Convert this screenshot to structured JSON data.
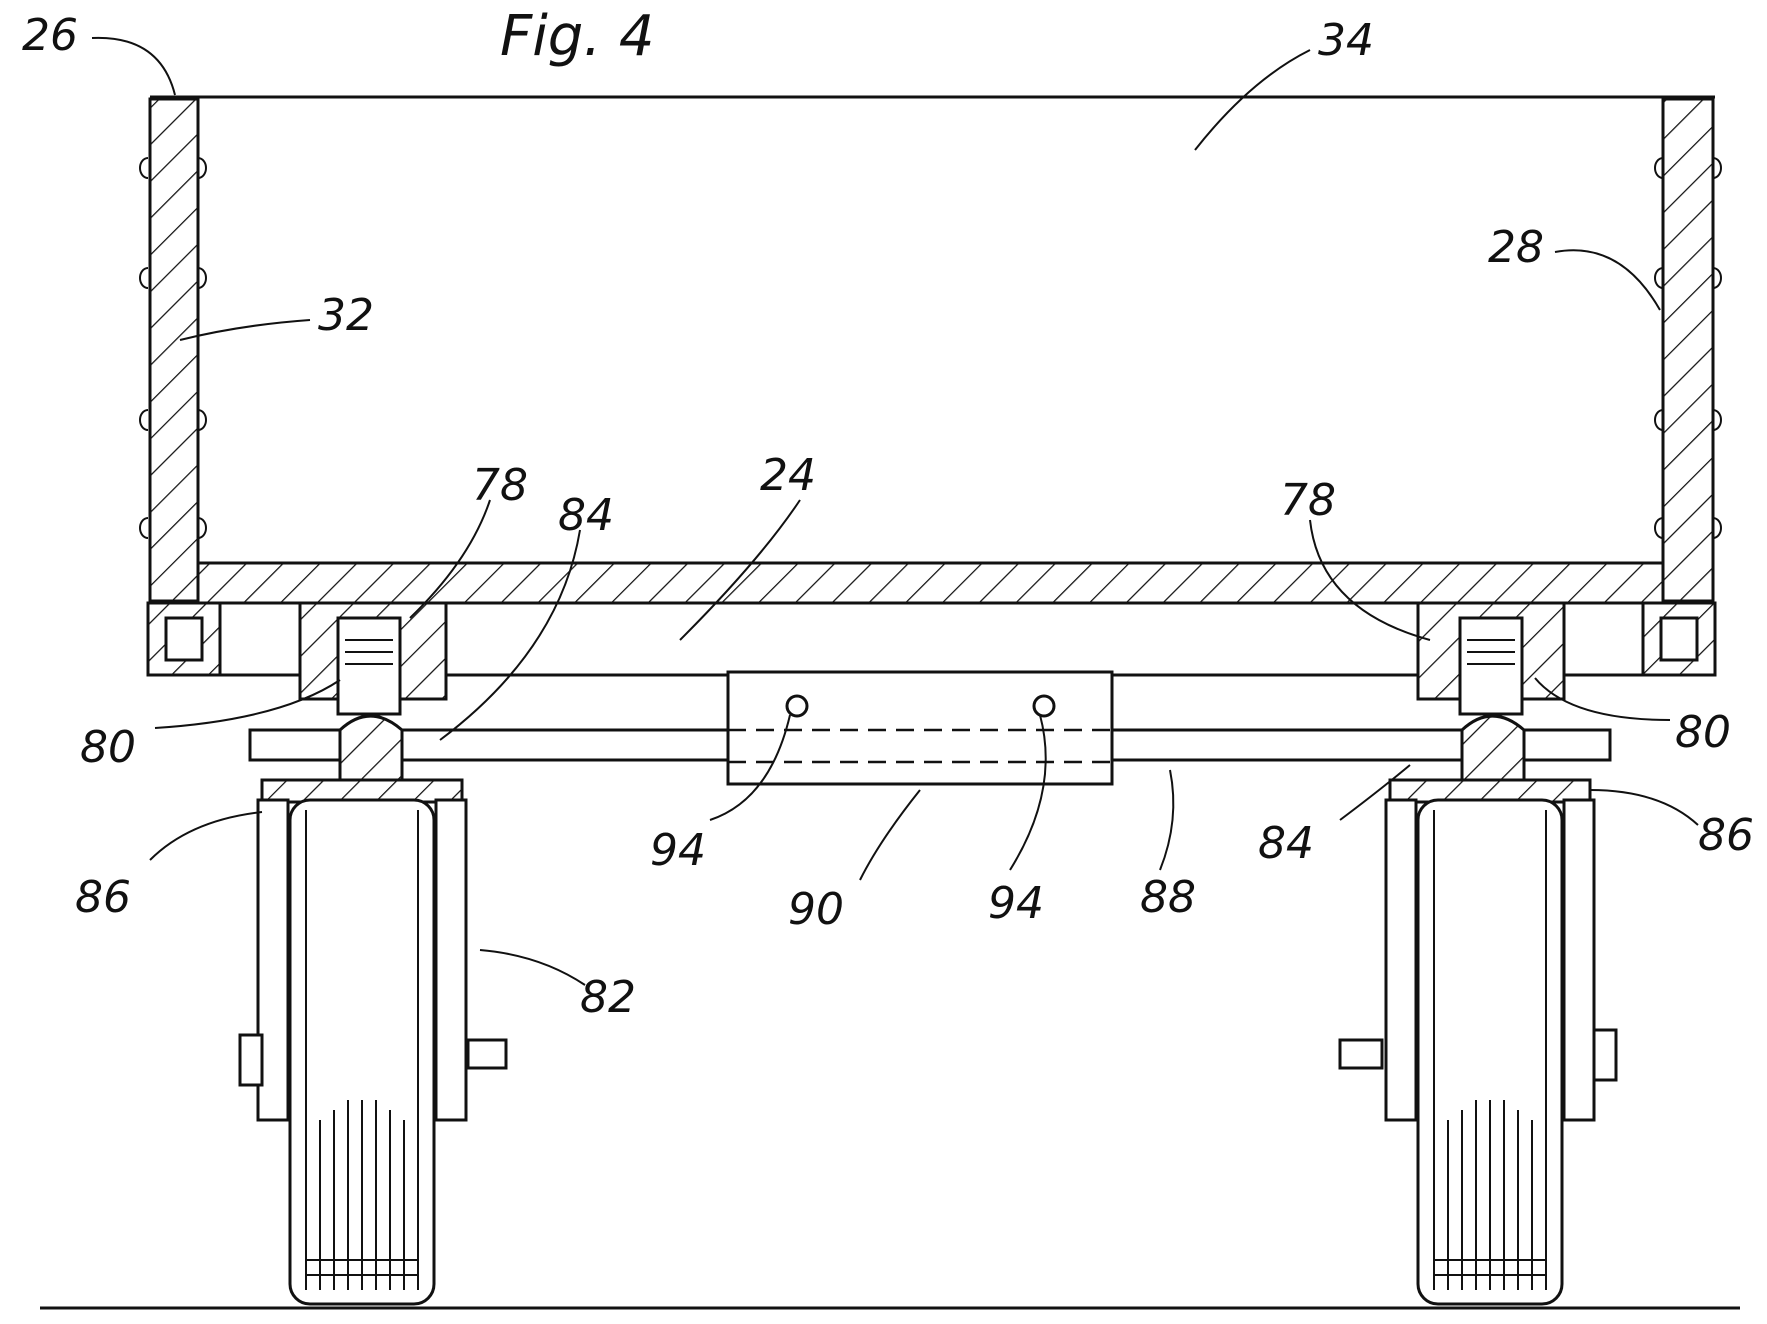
{
  "figure": {
    "title": "Fig. 4"
  },
  "labels": {
    "l26": "26",
    "l34": "34",
    "l32": "32",
    "l28": "28",
    "l78a": "78",
    "l84a": "84",
    "l24": "24",
    "l78b": "78",
    "l80a": "80",
    "l80b": "80",
    "l86a": "86",
    "l86b": "86",
    "l94a": "94",
    "l90": "90",
    "l94b": "94",
    "l88": "88",
    "l84b": "84",
    "l82": "82"
  },
  "colors": {
    "ink": "#111111",
    "paper": "#ffffff"
  }
}
